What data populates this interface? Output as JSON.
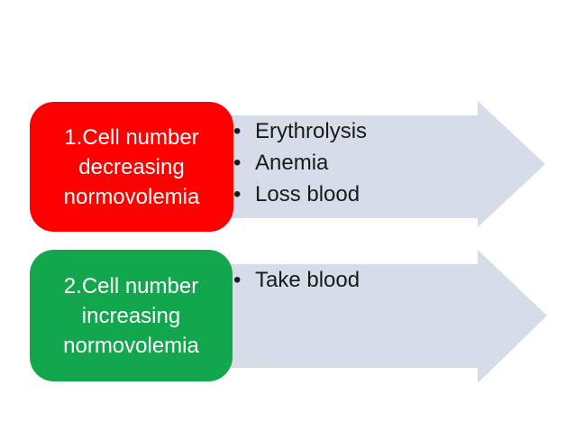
{
  "diagram": {
    "type": "vertical-process-smartart",
    "bullet_char": "•",
    "colors": {
      "background": "#FFFFFF",
      "box1_fill": "#FF0000",
      "box2_fill": "#12A74D",
      "arrow_fill": "#D6DCE8",
      "box_text": "#FFFFFF",
      "arrow_text": "#1A1A1A"
    },
    "rows": [
      {
        "box": {
          "lines": [
            "1.Cell number",
            "decreasing",
            "normovolemia"
          ],
          "full_text": "1.Cell number decreasing normovolemia"
        },
        "bullets": [
          "Erythrolysis",
          "Anemia",
          "Loss blood"
        ]
      },
      {
        "box": {
          "lines": [
            "2.Cell number",
            "increasing",
            "normovolemia"
          ],
          "full_text": "2.Cell number increasing normovolemia"
        },
        "bullets": [
          "Take blood"
        ]
      }
    ]
  }
}
